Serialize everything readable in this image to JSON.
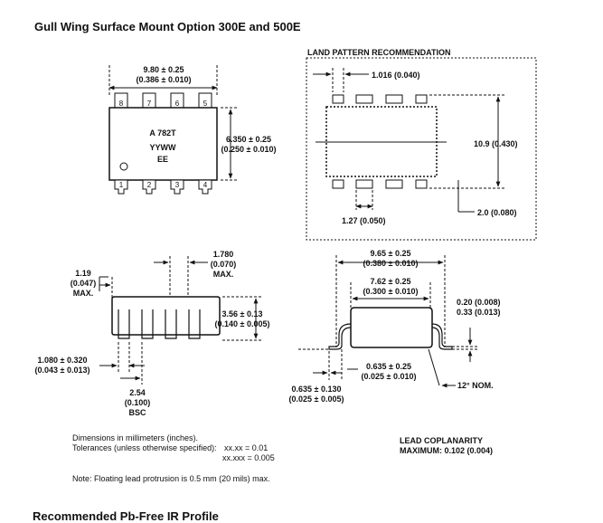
{
  "title": "Gull Wing Surface Mount Option 300E and 500E",
  "top_view": {
    "width_dim": [
      "9.80 ± 0.25",
      "(0.386 ± 0.010)"
    ],
    "height_dim": [
      "6.350 ± 0.25",
      "(0.250 ± 0.010)"
    ],
    "marking": [
      "A 782T",
      "YYWW",
      "EE"
    ],
    "pins_top": [
      "8",
      "7",
      "6",
      "5"
    ],
    "pins_bottom": [
      "1",
      "2",
      "3",
      "4"
    ]
  },
  "land_pattern": {
    "title": "LAND PATTERN RECOMMENDATION",
    "pitch_dim": "1.016 (0.040)",
    "height_dim": "10.9 (0.430)",
    "pad_width_dim": "1.27 (0.050)",
    "pad_length_dim": "2.0 (0.080)"
  },
  "side_view": {
    "lead_top_dim": [
      "1.780",
      "(0.070)",
      "MAX."
    ],
    "left_dim": [
      "1.19",
      "(0.047)",
      "MAX."
    ],
    "height_dim": [
      "3.56 ± 0.13",
      "(0.140 ± 0.005)"
    ],
    "lead_width_dim": [
      "1.080 ± 0.320",
      "(0.043 ± 0.013)"
    ],
    "pitch_dim": [
      "2.54",
      "(0.100)",
      "BSC"
    ]
  },
  "end_view": {
    "overall_dim": [
      "9.65 ± 0.25",
      "(0.380 ± 0.010)"
    ],
    "body_dim": [
      "7.62 ± 0.25",
      "(0.300 ± 0.010)"
    ],
    "lead_thick_dim": [
      "0.20 (0.008)",
      "0.33 (0.013)"
    ],
    "foot_dim": [
      "0.635 ± 0.130",
      "(0.025 ± 0.005)"
    ],
    "standoff_dim": [
      "0.635 ± 0.25",
      "(0.025 ± 0.010)"
    ],
    "angle_dim": "12° NOM."
  },
  "notes": {
    "units": "Dimensions in millimeters (inches).",
    "tolerance_label": "Tolerances (unless otherwise specified):",
    "tolerance_1": "xx.xx = 0.01",
    "tolerance_2": "xx.xxx = 0.005",
    "floating": "Note: Floating lead protrusion is 0.5 mm (20 mils) max."
  },
  "coplanarity": [
    "LEAD COPLANARITY",
    "MAXIMUM: 0.102 (0.004)"
  ],
  "next_heading": "Recommended Pb-Free IR Profile"
}
